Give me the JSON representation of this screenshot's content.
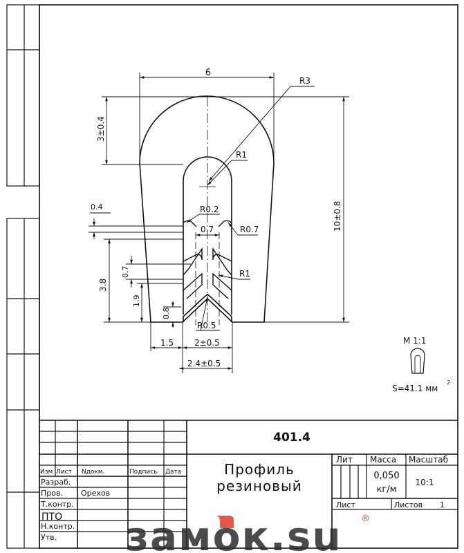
{
  "drawing": {
    "dimensions": {
      "top_width": "6",
      "r3": "R3",
      "h_top": "3±0.4",
      "r1_top": "R1",
      "total_height": "10±0.8",
      "d04": "0.4",
      "r02": "R0.2",
      "d07_inner": "0.7",
      "r07": "R0.7",
      "h38": "3.8",
      "h07": "0.7",
      "r1_mid": "R1",
      "h19": "1.9",
      "h08": "0.8",
      "r05": "R0.5",
      "w15": "1.5",
      "w2": "2±0.5",
      "w24": "2.4±0.5"
    },
    "preview": {
      "scale_label": "М 1:1",
      "area_label": "S=41.1 мм",
      "area_unit_sup": "2"
    }
  },
  "title_block": {
    "designation": "401.4",
    "title_line1": "Профиль",
    "title_line2": "резиновый",
    "headers": {
      "izm": "Изм",
      "list": "Лист",
      "ndokm": "Nдокм.",
      "podpis": "Подпись",
      "data": "Дата",
      "lit": "Лит",
      "massa": "Масса",
      "masshtab": "Масштаб"
    },
    "roles": [
      "Разраб.",
      "Пров.",
      "Т.контр.",
      "ПТО",
      "Н.контр.",
      "Утв."
    ],
    "checker_name": "Орехов",
    "mass_value": "0,050",
    "mass_unit": "кг/м",
    "scale_value": "10:1",
    "sheet_label": "Лист",
    "sheets_label": "Листов",
    "sheets_count": "1"
  },
  "watermark": {
    "text": "замок.su",
    "reg": "®"
  }
}
